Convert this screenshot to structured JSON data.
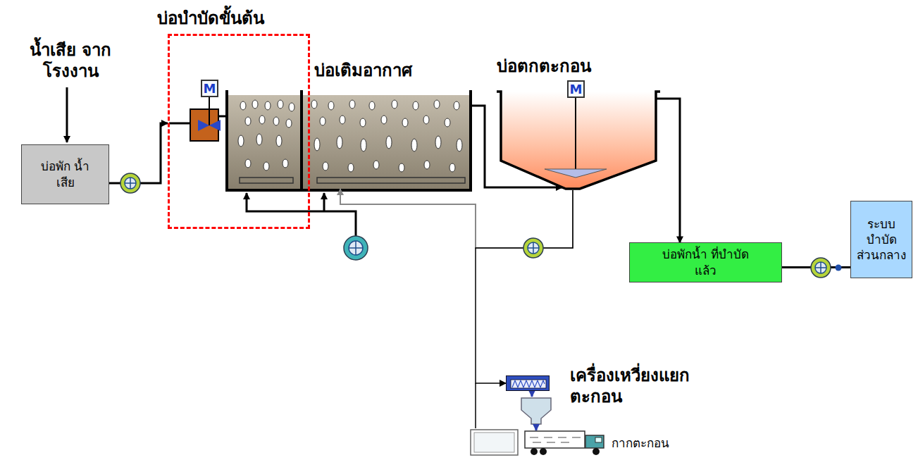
{
  "diagram": {
    "nodes": [
      {
        "text": [
          "บ่อพัก น้ำเสีย"
        ]
      },
      {
        "text": [
          "บ่อบำบัดขั้นต้น"
        ]
      },
      {
        "text": [
          "บ่อเติมอากาศ"
        ]
      },
      {
        "text": [
          "บ่อตกตะกอน"
        ]
      },
      {
        "text": [
          "บ่อพักน้ำ ที่บำบัดแล้ว"
        ]
      },
      {
        "text": [
          "ระบบ บำบัด ส่วนกลาง"
        ]
      },
      {
        "text": [
          "เครื่องเหวี่ยงแยก ตะกอน"
        ]
      }
    ],
    "edges": [
      {
        "from": 0,
        "to": 1,
        "arrow": "to"
      },
      {
        "from": 2,
        "to": 3,
        "arrow": "to"
      },
      {
        "from": 3,
        "to": 4,
        "arrow": "to"
      },
      {
        "from": 4,
        "to": 5,
        "arrow": "none"
      },
      {
        "from": 3,
        "to": 2,
        "arrow": "to"
      },
      {
        "from": 3,
        "to": 6,
        "arrow": "to"
      }
    ],
    "labels": [
      "น้ำเสีย จากโรงงาน",
      "M",
      "M",
      "กากตะกอน"
    ]
  }
}
